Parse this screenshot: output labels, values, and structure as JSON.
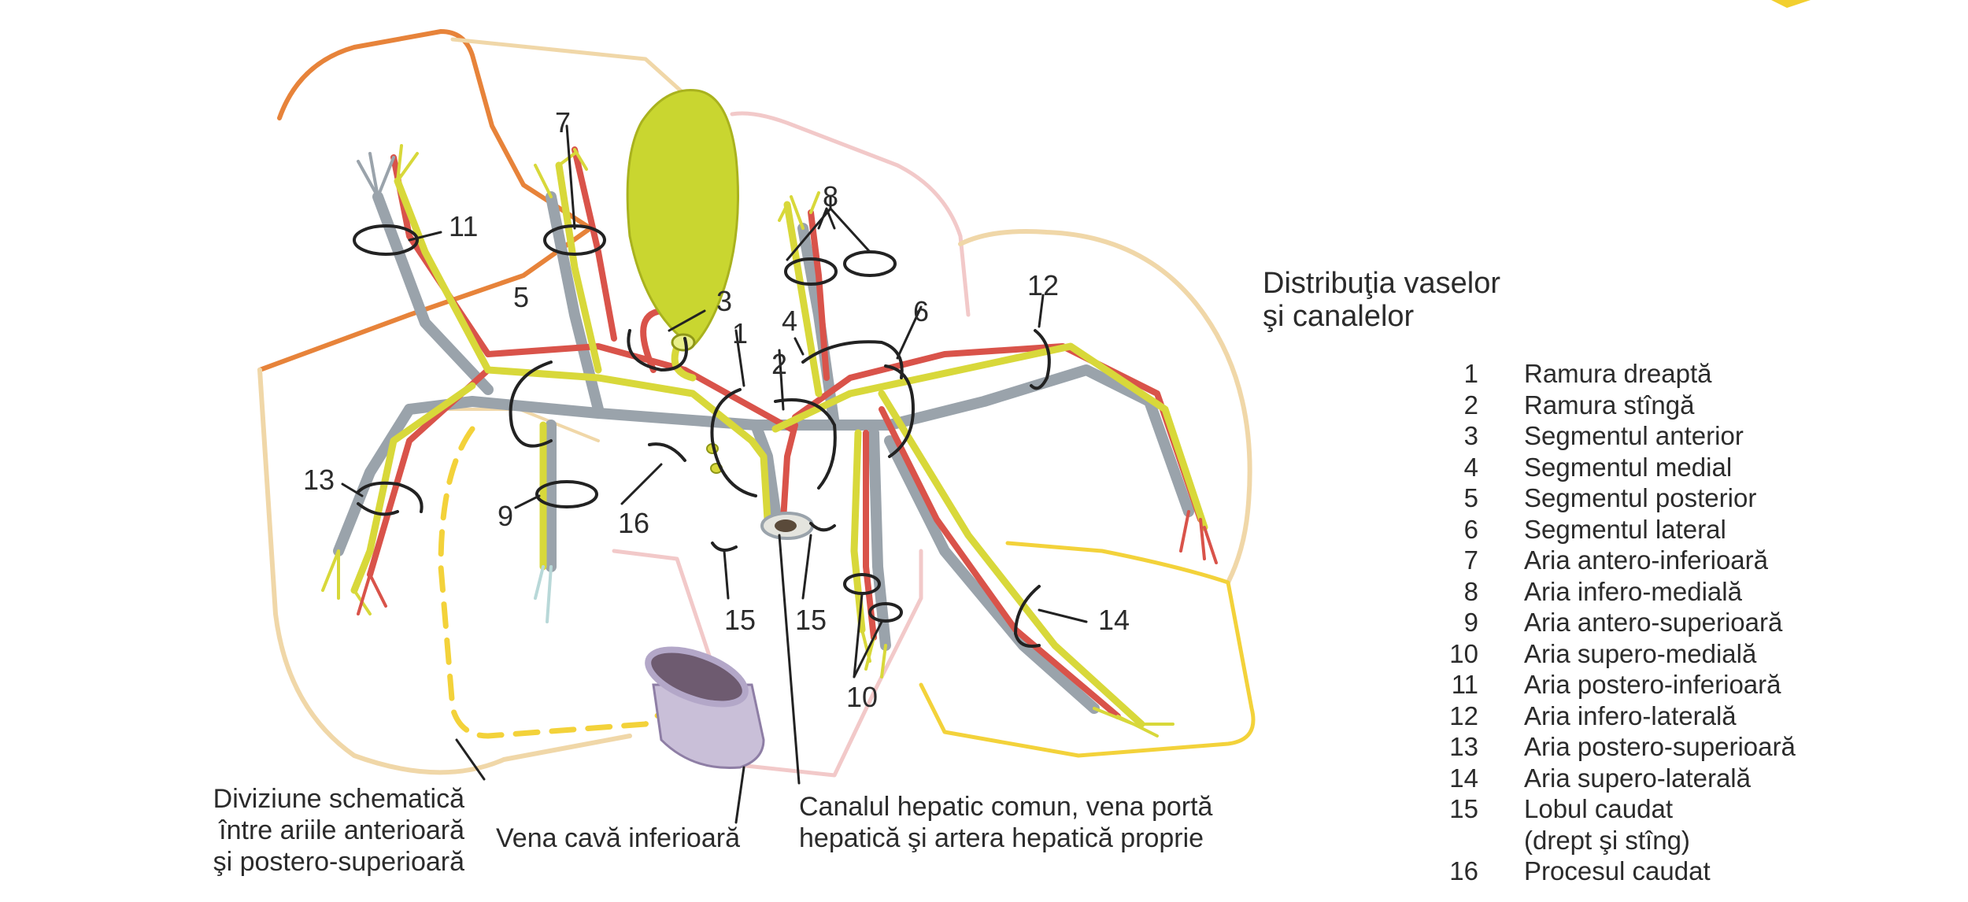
{
  "title_lines": [
    "Distribuţia vaselor",
    "şi canalelor"
  ],
  "legend": [
    {
      "num": "1",
      "label": "Ramura dreaptă"
    },
    {
      "num": "2",
      "label": "Ramura stîngă"
    },
    {
      "num": "3",
      "label": "Segmentul anterior"
    },
    {
      "num": "4",
      "label": "Segmentul medial"
    },
    {
      "num": "5",
      "label": "Segmentul posterior"
    },
    {
      "num": "6",
      "label": "Segmentul lateral"
    },
    {
      "num": "7",
      "label": "Aria antero-inferioară"
    },
    {
      "num": "8",
      "label": "Aria infero-medială"
    },
    {
      "num": "9",
      "label": "Aria antero-superioară"
    },
    {
      "num": "10",
      "label": "Aria supero-medială"
    },
    {
      "num": "11",
      "label": "Aria postero-inferioară"
    },
    {
      "num": "12",
      "label": "Aria infero-laterală"
    },
    {
      "num": "13",
      "label": "Aria postero-superioară"
    },
    {
      "num": "14",
      "label": "Aria supero-laterală"
    },
    {
      "num": "15",
      "label": "Lobul caudat",
      "sub": "(drept şi stîng)"
    },
    {
      "num": "16",
      "label": "Procesul caudat"
    }
  ],
  "captions": {
    "division": [
      "Diviziune schematică",
      "între ariile anterioară",
      "şi postero-superioară"
    ],
    "vena_cava": "Vena cavă inferioară",
    "hepatic": [
      "Canalul hepatic comun, vena portă",
      "hepatică şi artera hepatică proprie"
    ]
  },
  "figure_numbers": {
    "n1": "1",
    "n2": "2",
    "n3": "3",
    "n4": "4",
    "n5": "5",
    "n6": "6",
    "n7": "7",
    "n8": "8",
    "n9": "9",
    "n10": "10",
    "n11": "11",
    "n12": "12",
    "n13": "13",
    "n14": "14",
    "n15a": "15",
    "n15b": "15",
    "n16": "16"
  },
  "colors": {
    "portal_vein": "#9aa3ab",
    "artery": "#d9534a",
    "bile_duct": "#d8d83a",
    "gallbladder": "#c9d630",
    "outline_orange": "#e7833a",
    "outline_tan": "#f0d7a8",
    "outline_pink": "#f2c9c9",
    "outline_yellow": "#f3d23a",
    "vena_cava": "#c9bfd8"
  }
}
